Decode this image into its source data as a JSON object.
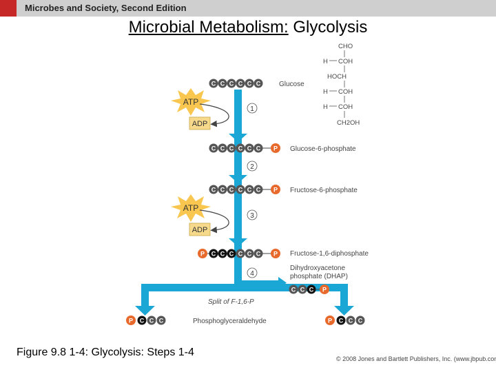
{
  "header": {
    "title": "Microbes and Society, Second Edition"
  },
  "slide": {
    "title_underlined": "Microbial Metabolism:",
    "title_rest": " Glycolysis",
    "caption": "Figure 9.8 1-4: Glycolysis: Steps 1-4",
    "copyright": "© 2008 Jones and Bartlett Publishers, Inc. (www.jbpub.com)"
  },
  "diagram": {
    "carbon_letter": "C",
    "phosphate_letter": "P",
    "atp_label": "ATP",
    "adp_label": "ADP",
    "steps": [
      "1",
      "2",
      "3",
      "4"
    ],
    "molecules": {
      "glucose": "Glucose",
      "g6p": "Glucose-6-phosphate",
      "f6p": "Fructose-6-phosphate",
      "f16dp": "Fructose-1,6-diphosphate",
      "dhap_line1": "Dihydroxyacetone",
      "dhap_line2": "phosphate (DHAP)",
      "split": "Split of F-1,6-P",
      "pgal": "Phosphoglyceraldehyde"
    },
    "structure": {
      "cho": "CHO",
      "h1": "H",
      "coh1": "COH",
      "hoch": "HOCH",
      "h3": "H",
      "coh3": "COH",
      "h4": "H",
      "coh4": "COH",
      "ch2oh": "CH2OH"
    },
    "colors": {
      "arrow": "#1aa7d6",
      "carbon_gray": "#555555",
      "carbon_dark": "#111111",
      "phosphate": "#e8692c",
      "atp_star": "#f9c74f",
      "adp_box": "#f6d98a"
    }
  }
}
